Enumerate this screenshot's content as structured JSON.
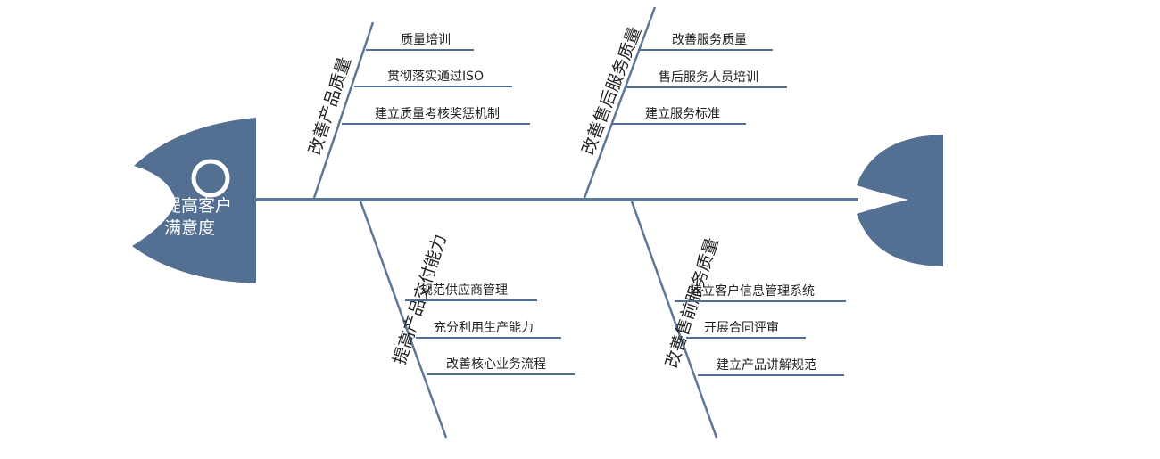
{
  "head": {
    "line1": "提高客户",
    "line2": "满意度"
  },
  "branches": [
    {
      "title": "改善产品质量",
      "causes": [
        "质量培训",
        "贯彻落实通过ISO",
        "建立质量考核奖惩机制"
      ]
    },
    {
      "title": "改善售后服务质量",
      "causes": [
        "改善服务质量",
        "售后服务人员培训",
        "建立服务标准"
      ]
    },
    {
      "title": "提高产品交付能力",
      "causes": [
        "规范供应商管理",
        "充分利用生产能力",
        "改善核心业务流程"
      ]
    },
    {
      "title": "改善售前服务质量",
      "causes": [
        "建立客户信息管理系统",
        "开展合同评审",
        "建立产品讲解规范"
      ]
    }
  ],
  "colors": {
    "fish": "#536f92",
    "bone": "#5b7899",
    "text": "#222222"
  }
}
